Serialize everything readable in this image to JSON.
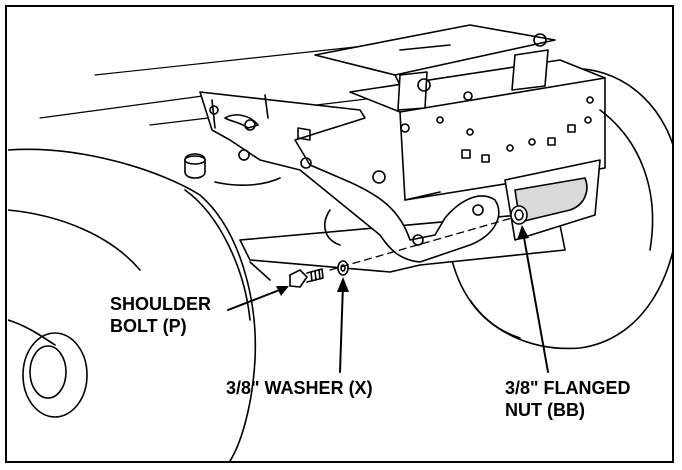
{
  "callouts": {
    "shoulder_bolt": {
      "line1": "SHOULDER",
      "line2": "BOLT (P)"
    },
    "washer": {
      "line1": "3/8\" WASHER (X)"
    },
    "flanged_nut": {
      "line1": "3/8\" FLANGED",
      "line2": "NUT (BB)"
    }
  },
  "colors": {
    "ink": "#000000",
    "paper": "#ffffff",
    "shade": "#d9d9d9"
  }
}
